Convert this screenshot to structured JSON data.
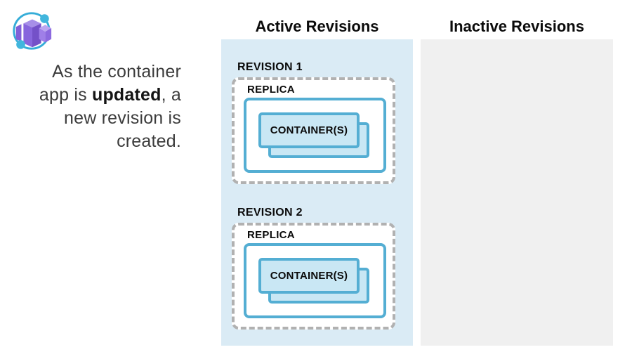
{
  "logo": {
    "name": "azure-container-apps-logo"
  },
  "intro": {
    "text_before": "As the container app is ",
    "bold_text": "updated",
    "text_after": ", a new revision is created."
  },
  "columns": {
    "active": {
      "title": "Active Revisions",
      "background": "#daebf5"
    },
    "inactive": {
      "title": "Inactive Revisions",
      "background": "#f0f0f0"
    }
  },
  "revisions": [
    {
      "label": "REVISION 1",
      "replica_label": "REPLICA",
      "container_label": "CONTAINER(S)"
    },
    {
      "label": "REVISION 2",
      "replica_label": "REPLICA",
      "container_label": "CONTAINER(S)"
    }
  ],
  "colors": {
    "box_border_blue": "#54aed3",
    "container_fill": "#c9e7f4",
    "dashed_border_gray": "#b1b1b1",
    "orbit_blue": "#35add8",
    "cube_purple": "#8765dd"
  }
}
